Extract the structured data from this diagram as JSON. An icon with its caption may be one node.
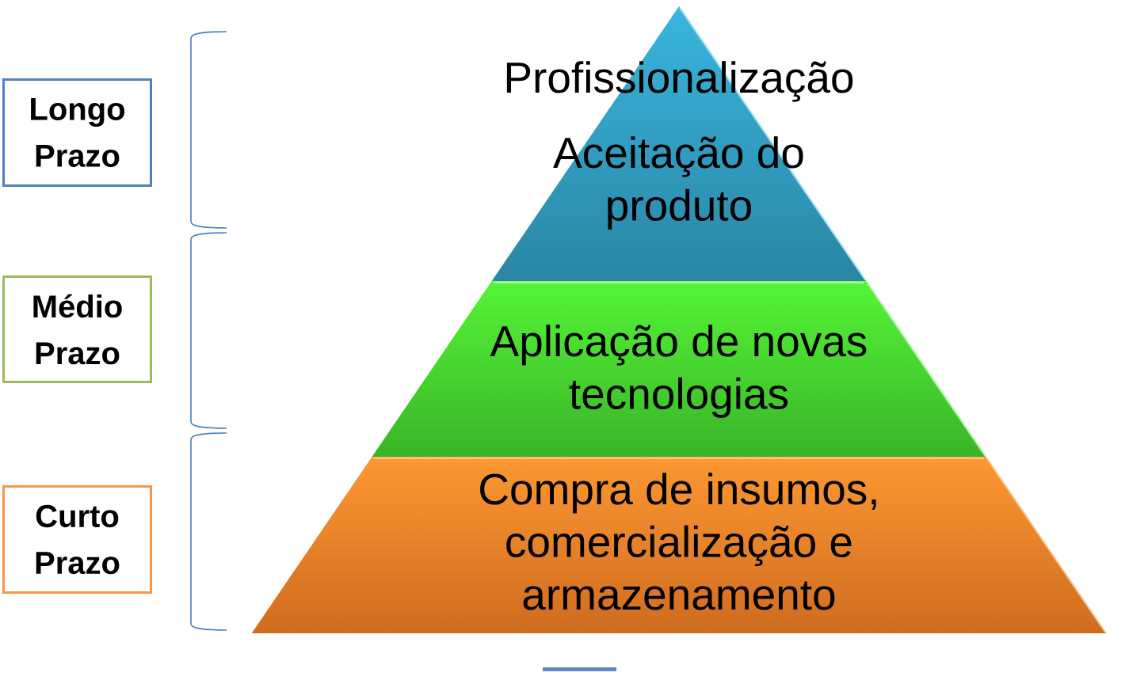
{
  "diagram": {
    "nodes": [
      {
        "text": [
          "Longo Prazo"
        ]
      },
      {
        "text": [
          "Médio Prazo"
        ]
      },
      {
        "text": [
          "Curto Prazo"
        ]
      },
      {
        "text": [
          "Profissionalização",
          "Aceitação do produto"
        ]
      },
      {
        "text": [
          "Aplicação de novas tecnologias"
        ]
      },
      {
        "text": [
          "Compra de insumos, comercialização e armazenamento"
        ]
      }
    ]
  }
}
